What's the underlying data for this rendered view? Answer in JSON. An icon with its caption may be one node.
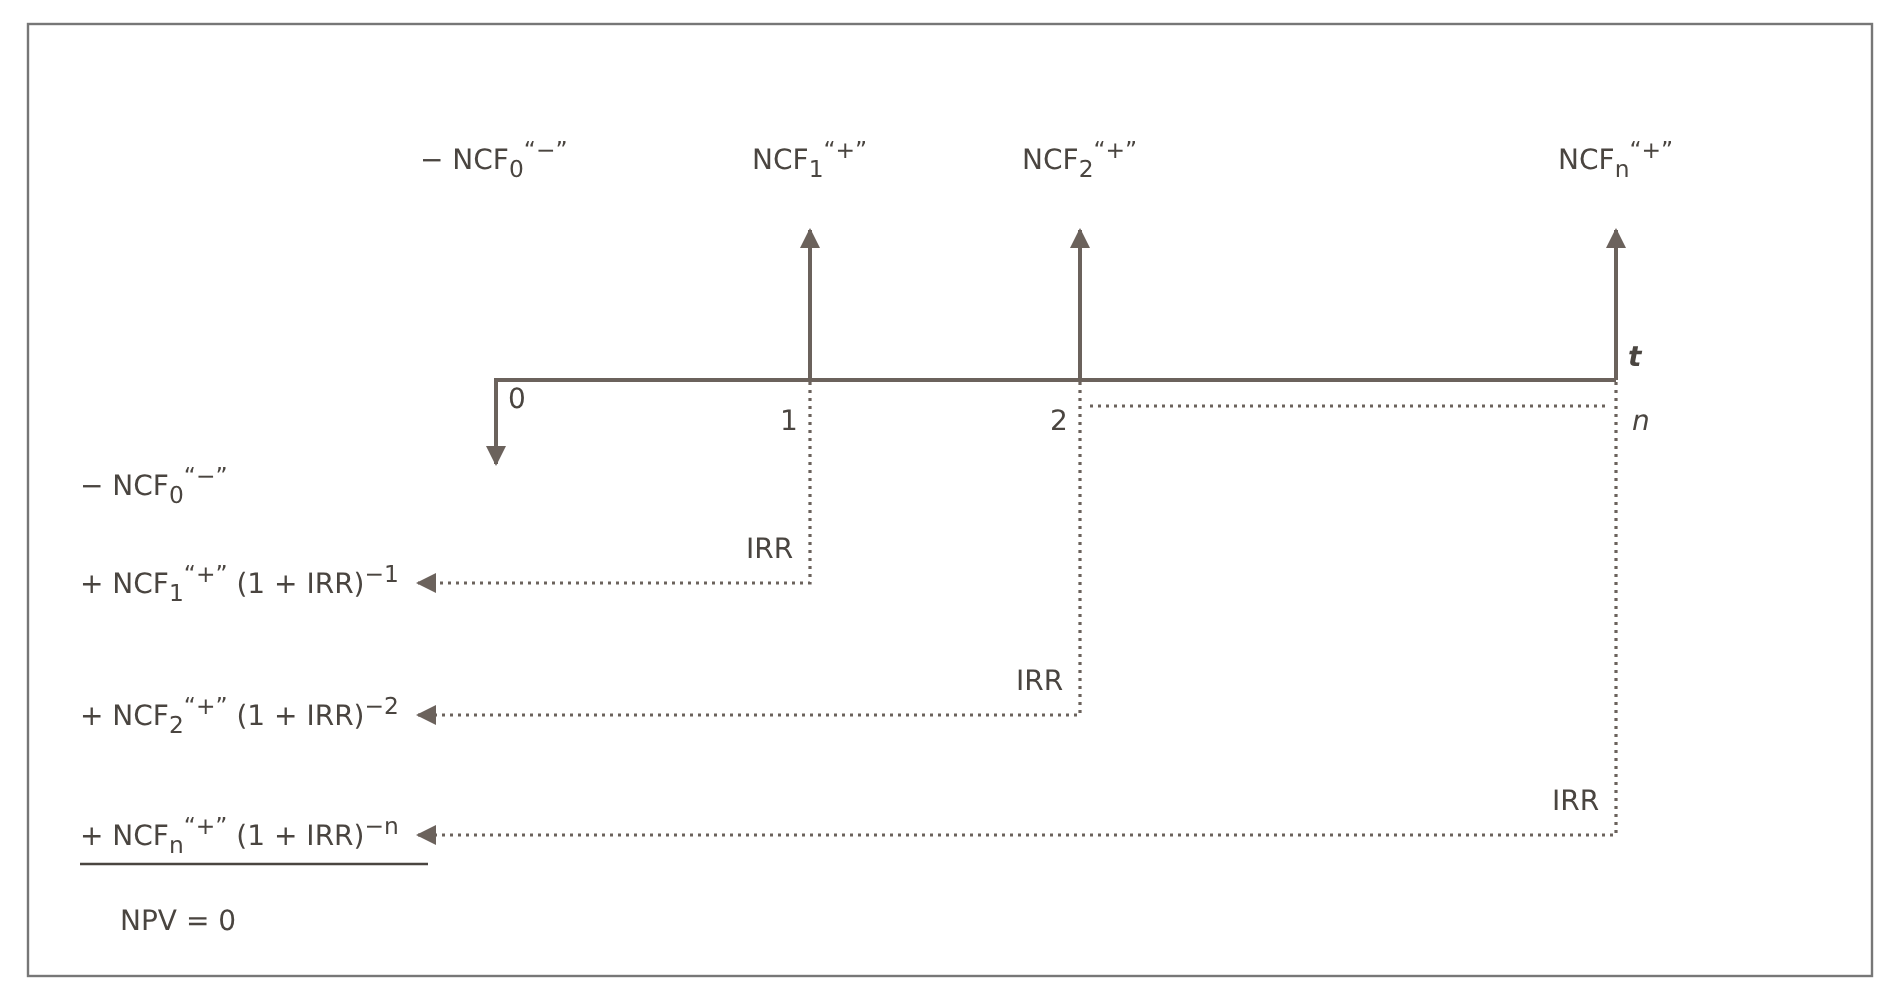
{
  "diagram": {
    "nodes": [
      {
        "text": [
          "0"
        ]
      },
      {
        "text": [
          "1"
        ]
      },
      {
        "text": [
          "2"
        ]
      },
      {
        "text": [
          "n"
        ]
      },
      {
        "text": [
          "NCF$_{1}$$^{“+”}$"
        ]
      },
      {
        "text": [
          "NCF$_{2}$$^{“+”}$"
        ]
      },
      {
        "text": [
          "NCF$_{n}$$^{“+”}$"
        ]
      },
      {
        "text": [
          "+ NCF$_{1}$$^{“+”}$ (1 + IRR)$^{−1}$"
        ]
      },
      {
        "text": [
          "+ NCF$_{2}$$^{“+”}$ (1 + IRR)$^{−2}$"
        ]
      },
      {
        "text": [
          "+ NCF$_{n}$$^{“+”}$ (1 + IRR)$^{−n}$"
        ]
      }
    ],
    "edges": [
      {
        "from": 1,
        "to": 4,
        "arrow": "to"
      },
      {
        "from": 2,
        "to": 5,
        "arrow": "to"
      },
      {
        "from": 3,
        "to": 6,
        "arrow": "to"
      },
      {
        "from": 0,
        "to": null,
        "arrow": "to"
      },
      {
        "from": 2,
        "to": 3,
        "arrow": "none",
        "style": "dashed"
      },
      {
        "from": 1,
        "to": 7,
        "arrow": "to",
        "label": "IRR",
        "style": "dashed"
      },
      {
        "from": 2,
        "to": 8,
        "arrow": "to",
        "label": "IRR",
        "style": "dashed"
      },
      {
        "from": 3,
        "to": 9,
        "arrow": "to",
        "label": "IRR",
        "style": "dashed"
      }
    ],
    "labels": [
      "− NCF$_{0}$$^{“−”}$",
      "t",
      "− NCF$_{0}$$^{“−”}$",
      "NPV = 0"
    ]
  }
}
